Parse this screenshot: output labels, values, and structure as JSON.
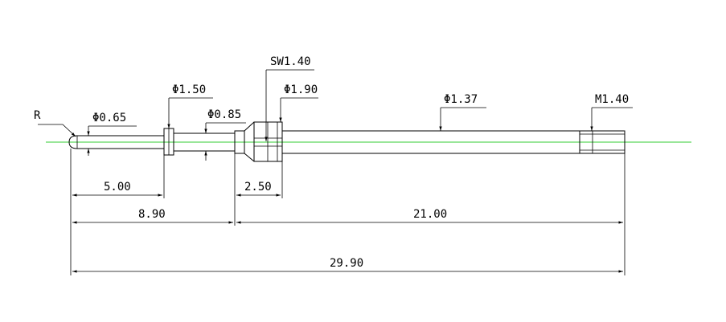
{
  "drawing": {
    "labels": {
      "radius": "R",
      "d065": "Φ0.65",
      "d150": "Φ1.50",
      "d085": "Φ0.85",
      "sw140": "SW1.40",
      "d190": "Φ1.90",
      "d137": "Φ1.37",
      "m140": "M1.40"
    },
    "dimensions": {
      "len_5_00": "5.00",
      "len_2_50": "2.50",
      "len_8_90": "8.90",
      "len_21_00": "21.00",
      "len_29_90": "29.90"
    },
    "colors": {
      "centerline": "#33cc33",
      "line": "#000000"
    }
  }
}
